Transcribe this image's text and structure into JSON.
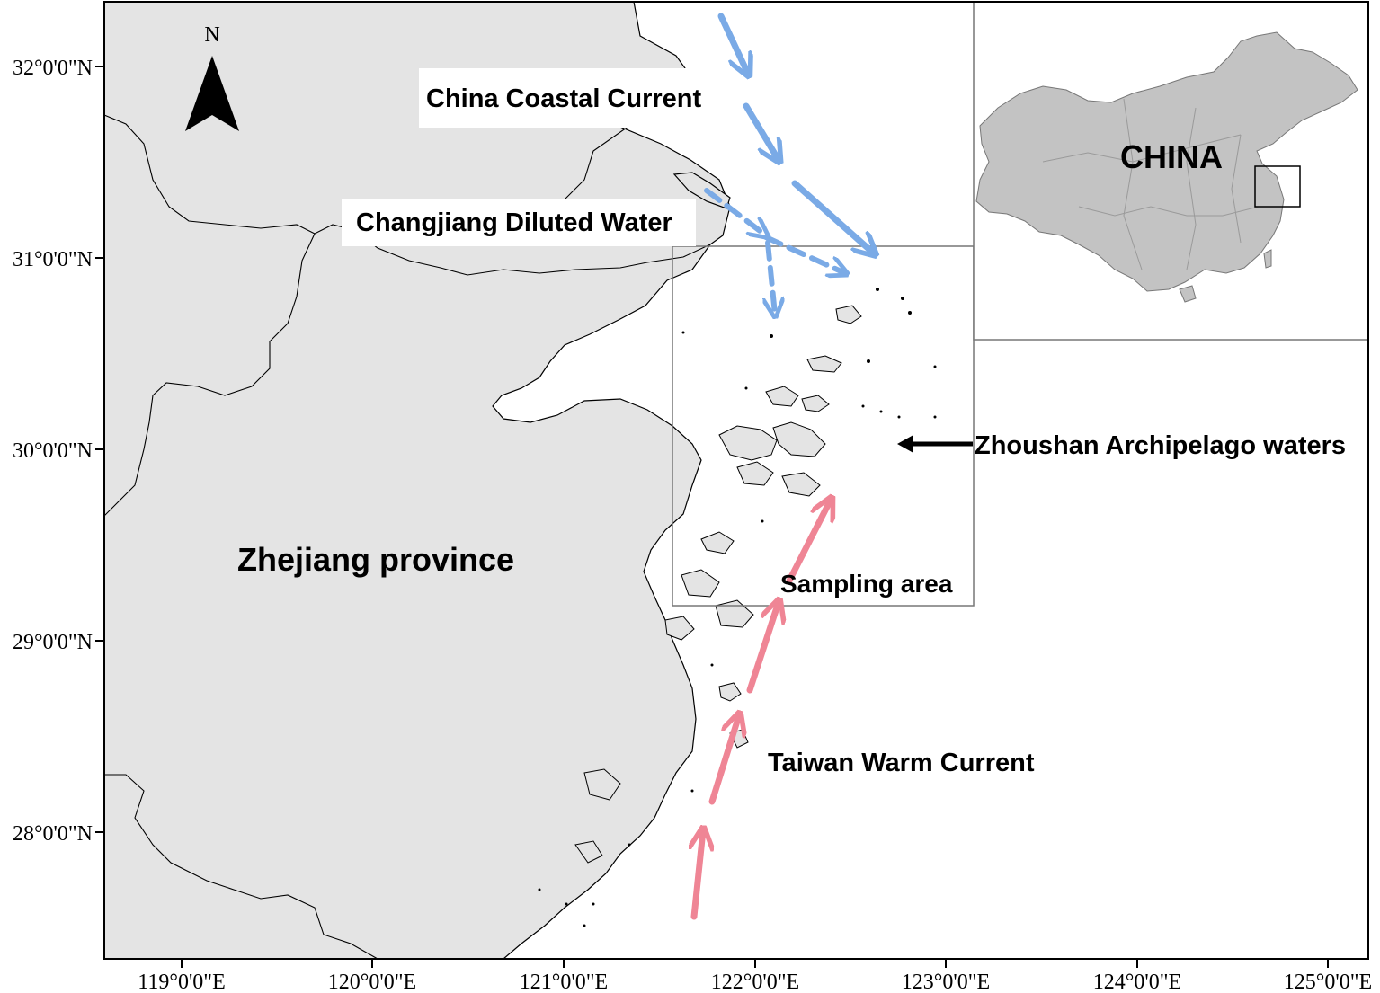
{
  "map": {
    "north_arrow": {
      "label": "N"
    },
    "labels": {
      "china_coastal_current": "China Coastal Current",
      "changjiang_diluted_water": "Changjiang Diluted Water",
      "zhoushan_waters": "Zhoushan Archipelago waters",
      "zhejiang_province": "Zhejiang province",
      "sampling_area": "Sampling area",
      "taiwan_warm_current": "Taiwan Warm Current"
    },
    "inset": {
      "label": "CHINA"
    },
    "y_ticks": [
      "32°0'0\"N",
      "31°0'0\"N",
      "30°0'0\"N",
      "29°0'0\"N",
      "28°0'0\"N"
    ],
    "x_ticks": [
      "119°0'0\"E",
      "120°0'0\"E",
      "121°0'0\"E",
      "122°0'0\"E",
      "123°0'0\"E",
      "124°0'0\"E",
      "125°0'0\"E"
    ],
    "colors": {
      "land": "#e4e4e4",
      "sea": "#ffffff",
      "cold_current": "#7aaae6",
      "warm_current": "#ef8595",
      "inset_land": "#c3c3c3",
      "outline": "#000000"
    }
  }
}
